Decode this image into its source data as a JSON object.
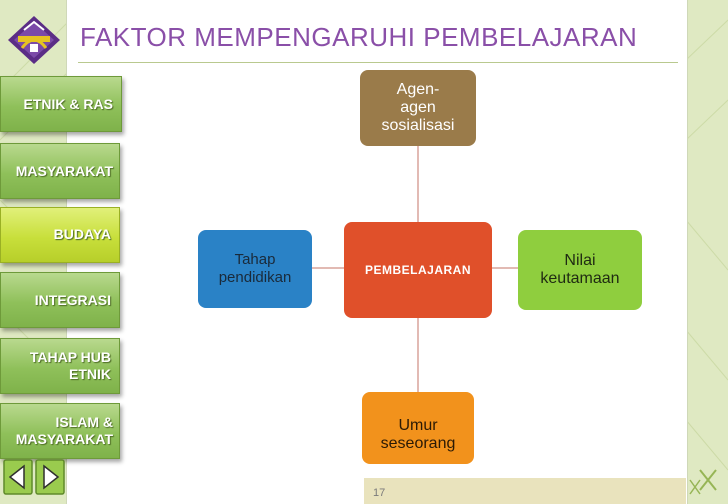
{
  "header": {
    "title": "FAKTOR MEMPENGARUHI PEMBELAJARAN"
  },
  "sidebar": {
    "items": [
      {
        "label": "ETNIK & RAS",
        "active": false
      },
      {
        "label": "MASYARAKAT",
        "active": false
      },
      {
        "label": "BUDAYA",
        "active": true
      },
      {
        "label": "INTEGRASI",
        "active": false
      },
      {
        "label": "TAHAP HUB\nETNIK",
        "active": false
      },
      {
        "label": "ISLAM &\nMASYARAKAT",
        "active": false
      }
    ]
  },
  "diagram": {
    "center": {
      "label": "PEMBELAJARAN",
      "color": "#e0502a"
    },
    "top": {
      "label": "Agen-\nagen\nsosialisasi",
      "color": "#9a7b4a"
    },
    "left": {
      "label": "Tahap\npendidikan",
      "color": "#2a82c6"
    },
    "right": {
      "label": "Nilai\nkeutamaan",
      "color": "#8fce3e"
    },
    "bottom": {
      "label": "Umur\nseseorang",
      "color": "#f2921c"
    }
  },
  "footer": {
    "page_number": "17"
  },
  "colors": {
    "title": "#8a4fa8",
    "nav_button": "#8fc05a",
    "nav_button_active": "#c8df3b",
    "background": "#dfe9c2"
  },
  "icons": {
    "logo": "university-logo",
    "nav_prev": "arrow-left-icon",
    "nav_next": "arrow-right-icon"
  }
}
